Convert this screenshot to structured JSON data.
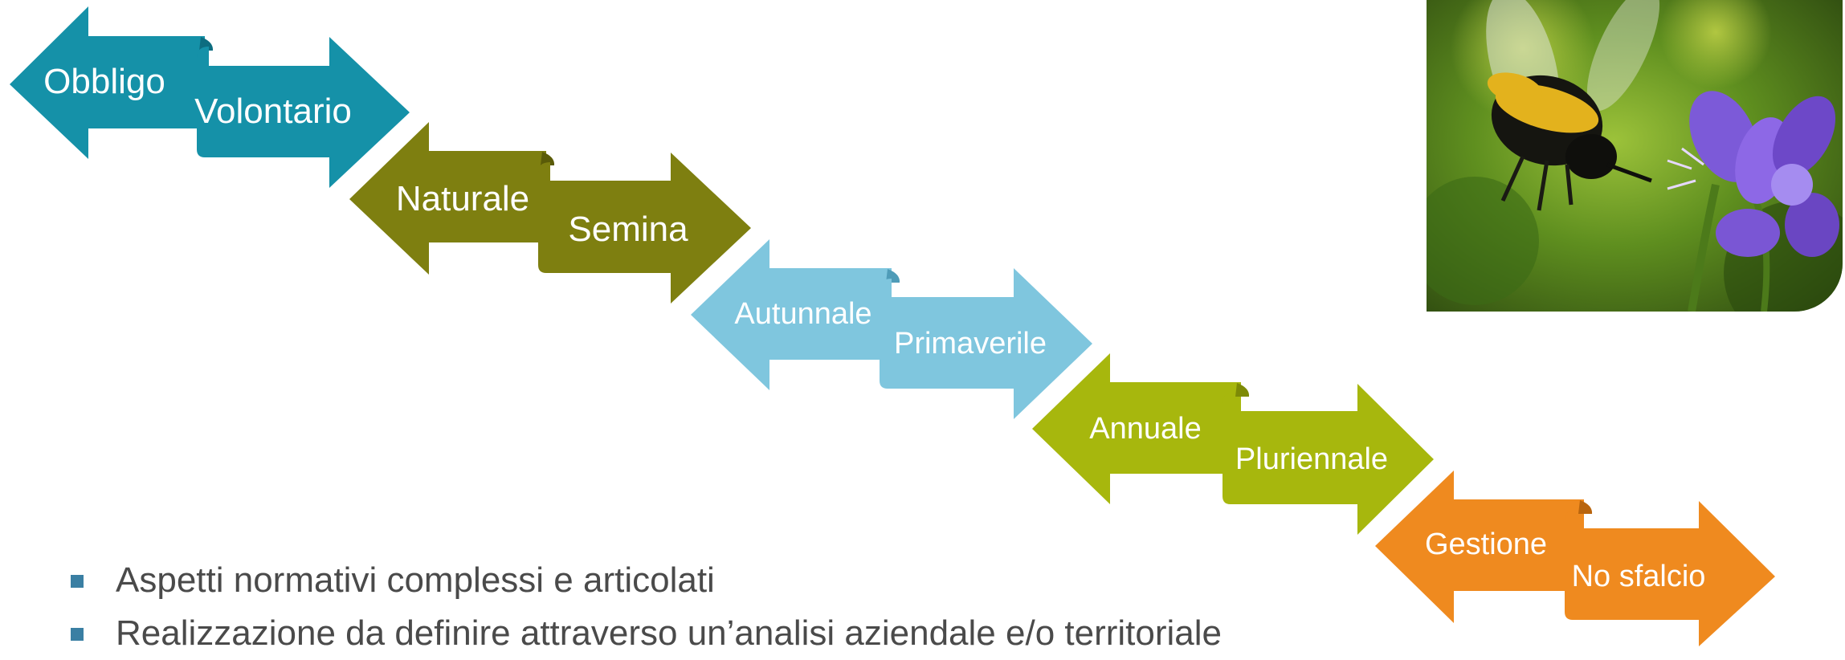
{
  "steps": [
    {
      "left_label": "Obbligo",
      "right_label": "Volontario",
      "color": "#1591a8",
      "dark": "#0d6d80"
    },
    {
      "left_label": "Naturale",
      "right_label": "Semina",
      "color": "#7e7f10",
      "dark": "#5a5b08"
    },
    {
      "left_label": "Autunnale",
      "right_label": "Primaverile",
      "color": "#7fc6de",
      "dark": "#4f9cb8"
    },
    {
      "left_label": "Annuale",
      "right_label": "Pluriennale",
      "color": "#a7b70d",
      "dark": "#7d8a06"
    },
    {
      "left_label": "Gestione",
      "right_label": "No sfalcio",
      "color": "#ef8a1f",
      "dark": "#b9650e"
    }
  ],
  "bullets": [
    "Aspetti normativi complessi e articolati",
    "Realizzazione da definire attraverso un’analisi aziendale e/o territoriale"
  ],
  "photo": {
    "icon": "bumblebee-on-flower-photo"
  }
}
